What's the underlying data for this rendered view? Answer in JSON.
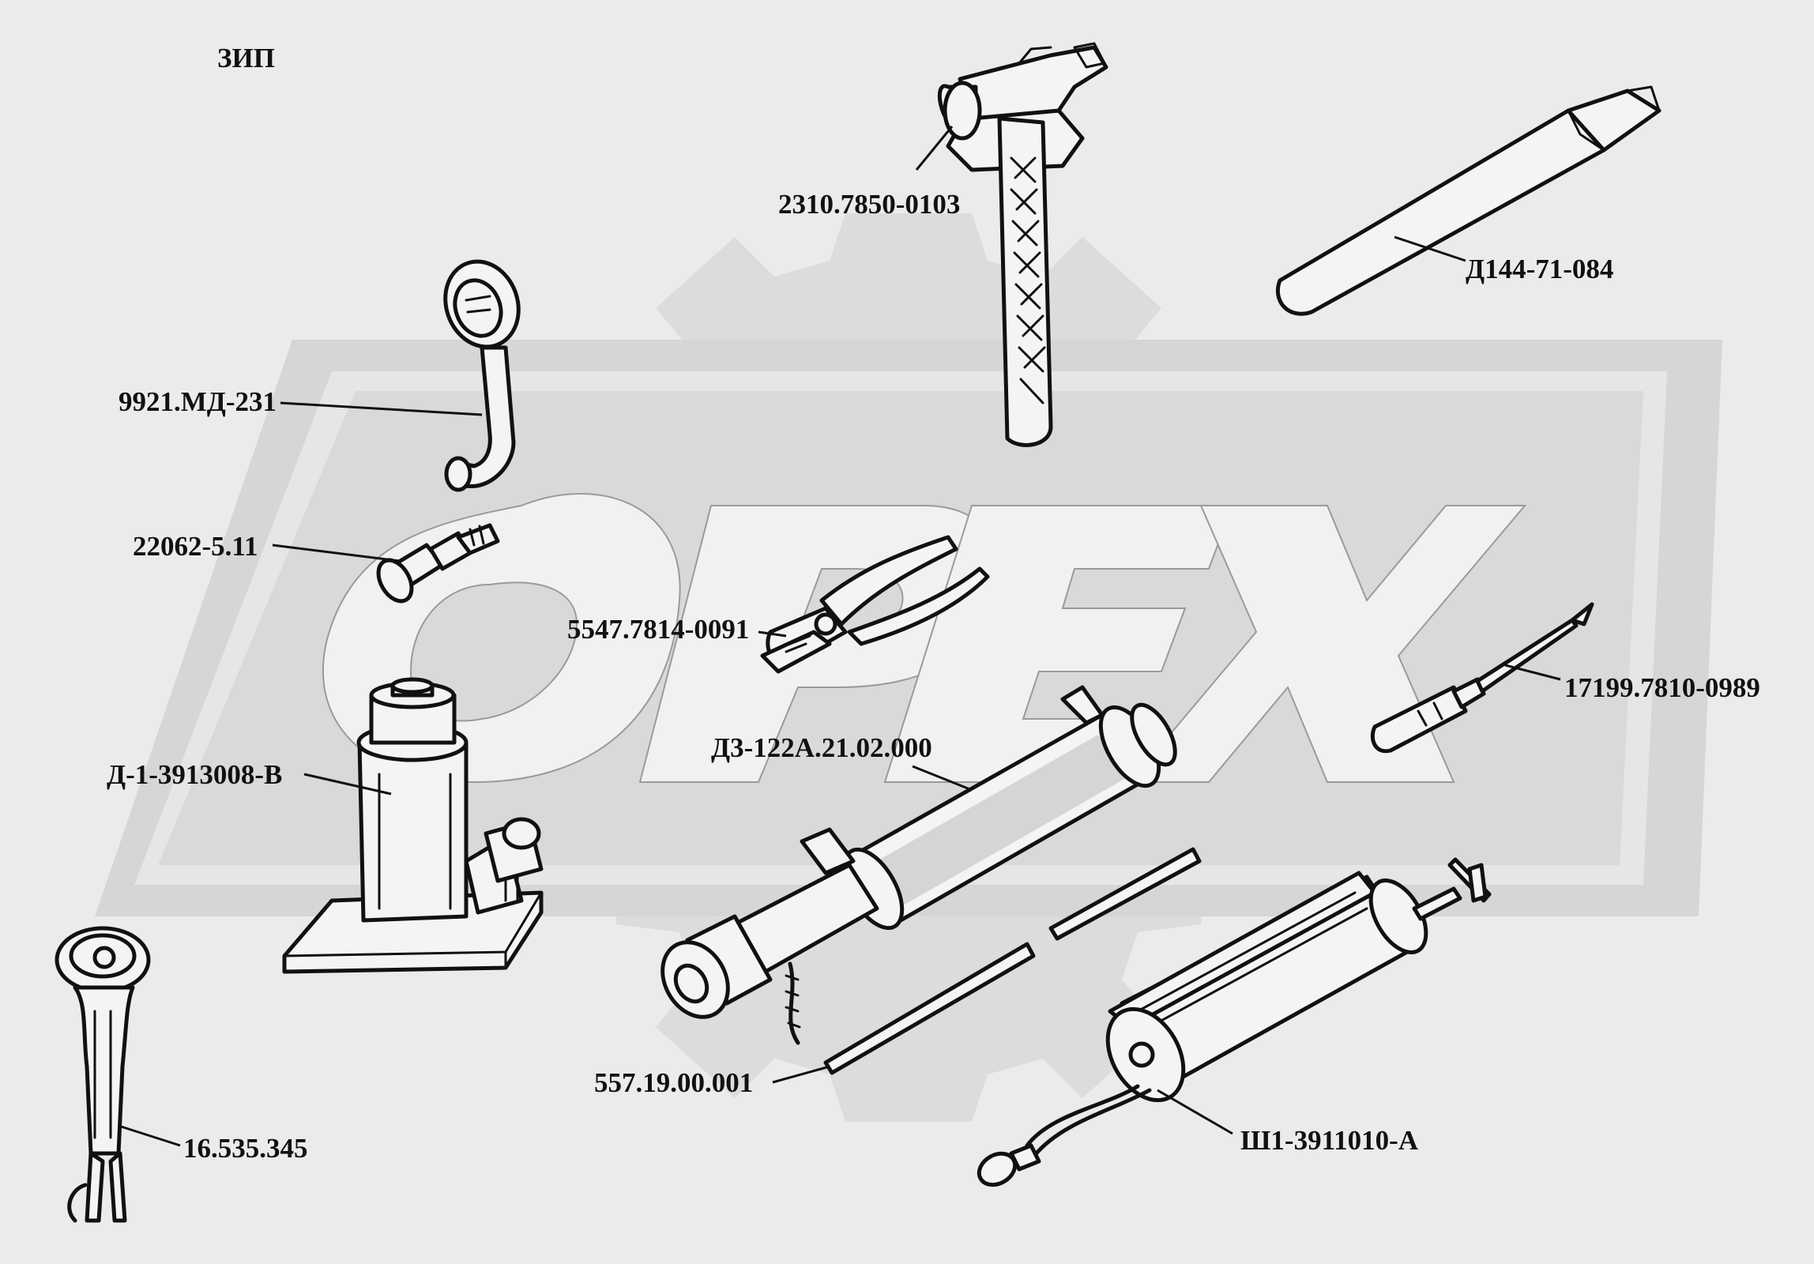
{
  "title": "ЗИП",
  "watermark": {
    "text": "OPEX",
    "color": "#d9d9d9"
  },
  "callouts": [
    {
      "id": "hammer",
      "label": "2310.7850-0103"
    },
    {
      "id": "chisel",
      "label": "Д144-71-084"
    },
    {
      "id": "wrench-ring",
      "label": "9921.МД-231"
    },
    {
      "id": "nipple",
      "label": "22062-5.11"
    },
    {
      "id": "pliers",
      "label": "5547.7814-0091"
    },
    {
      "id": "screwdriver",
      "label": "17199.7810-0989"
    },
    {
      "id": "pump",
      "label": "Д3-122А.21.02.000"
    },
    {
      "id": "jack",
      "label": "Д-1-3913008-В"
    },
    {
      "id": "rod",
      "label": "557.19.00.001"
    },
    {
      "id": "grease-gun",
      "label": "Ш1-3911010-А"
    },
    {
      "id": "wheel-wrench",
      "label": "16.535.345"
    }
  ],
  "colors": {
    "background": "#ebebeb",
    "ink": "#111111",
    "watermark": "#d9d9d9"
  }
}
